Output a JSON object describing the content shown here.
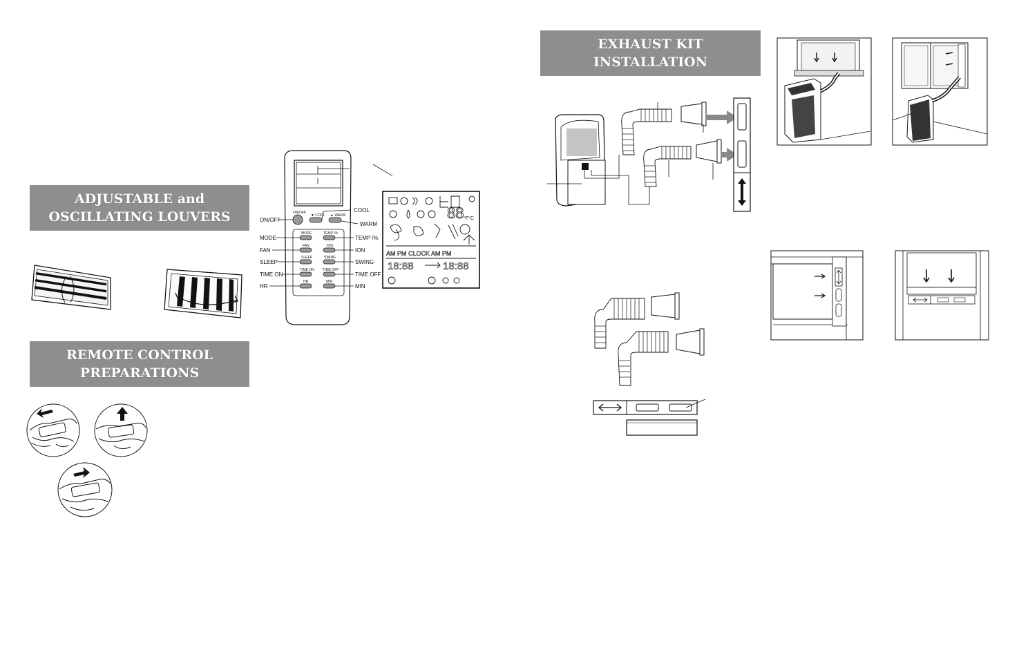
{
  "banners": {
    "louvers_line1": "ADJUSTABLE and",
    "louvers_line2": "OSCILLATING LOUVERS",
    "remote_line1": "REMOTE CONTROL",
    "remote_line2": "PREPARATIONS",
    "exhaust_line1": "EXHAUST KIT",
    "exhaust_line2": "INSTALLATION"
  },
  "remote": {
    "labels_left": [
      "ON/OFF",
      "MODE",
      "FAN",
      "SLEEP",
      "TIME ON",
      "HR"
    ],
    "labels_right": [
      "COOL",
      "WARM",
      "TEMP /%",
      "ION",
      "SWING",
      "TIME OFF",
      "MIN"
    ],
    "button_texts": {
      "onoff": "ON/OFF",
      "cool": "▼ COOL",
      "warm": "▲ WARM",
      "mode": "MODE",
      "temp": "TEMP /%",
      "fan": "FAN",
      "ion": "ION",
      "sleep": "SLEEP",
      "swing": "SWING",
      "timeon": "TIME ON",
      "timeoff": "TIME OFF",
      "hr": "HR",
      "min": "MIN"
    }
  },
  "lcd": {
    "row_labels": "AM PM CLOCK AM PM",
    "digits_left": "18:88",
    "digits_right": "18:88",
    "temp_digits": "88",
    "unit": "°F°C"
  },
  "colors": {
    "banner_bg": "#8e8e8e",
    "banner_text": "#ffffff",
    "line": "#111111"
  }
}
